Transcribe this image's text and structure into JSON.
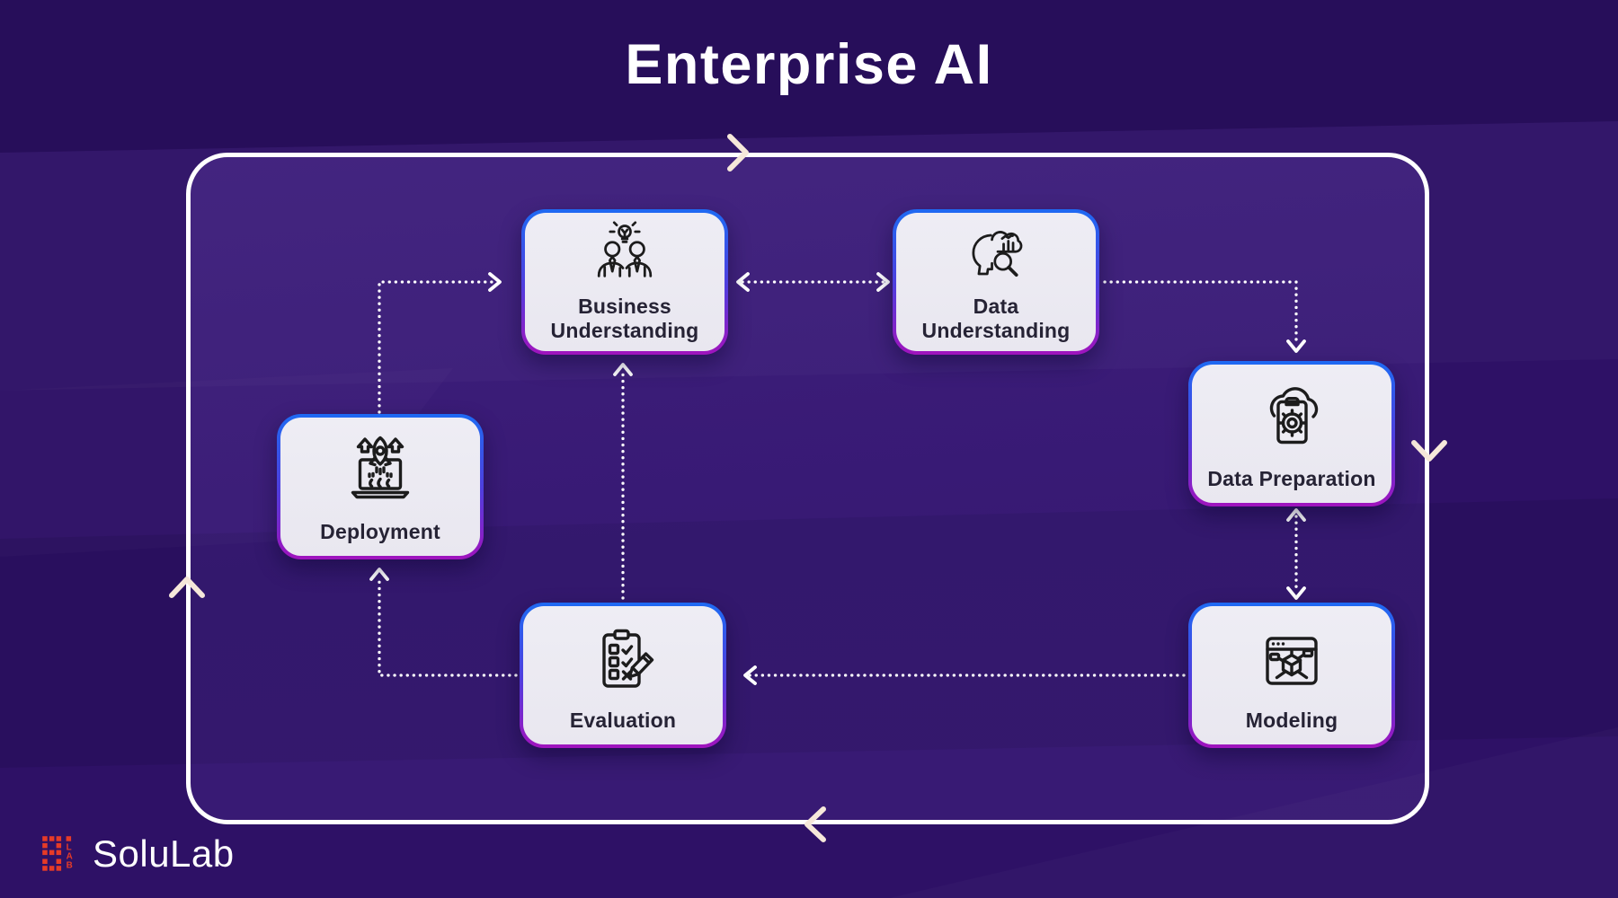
{
  "title": "Enterprise AI",
  "nodes": [
    {
      "id": "business-understanding",
      "label": "Business Understanding",
      "icon": "team-idea-icon"
    },
    {
      "id": "data-understanding",
      "label": "Data Understanding",
      "icon": "head-analysis-magnifier-icon"
    },
    {
      "id": "data-preparation",
      "label": "Data Preparation",
      "icon": "cloud-clipboard-gear-icon"
    },
    {
      "id": "modeling",
      "label": "Modeling",
      "icon": "window-cube-network-icon"
    },
    {
      "id": "evaluation",
      "label": "Evaluation",
      "icon": "checklist-pencil-icon"
    },
    {
      "id": "deployment",
      "label": "Deployment",
      "icon": "laptop-rocket-launch-icon"
    }
  ],
  "connections": [
    {
      "from": "deployment",
      "to": "business-understanding",
      "type": "one-way"
    },
    {
      "from": "business-understanding",
      "to": "data-understanding",
      "type": "two-way"
    },
    {
      "from": "data-understanding",
      "to": "data-preparation",
      "type": "one-way"
    },
    {
      "from": "data-preparation",
      "to": "modeling",
      "type": "two-way"
    },
    {
      "from": "modeling",
      "to": "evaluation",
      "type": "one-way"
    },
    {
      "from": "evaluation",
      "to": "business-understanding",
      "type": "one-way"
    },
    {
      "from": "evaluation",
      "to": "deployment",
      "type": "one-way"
    }
  ],
  "loop": {
    "direction": "clockwise"
  },
  "logo": {
    "name": "SoluLab",
    "lab_letters": [
      "L",
      "A",
      "B"
    ],
    "brand_color": "#e63b27",
    "text_color": "#ffffff"
  },
  "colors": {
    "background": "#2e1166",
    "panel_border": "#ffffff",
    "node_background": "#eeedf4",
    "node_border_top": "#1e6af3",
    "node_border_bottom": "#a013bd",
    "node_label": "#262335",
    "icon_stroke": "#1c1c1c",
    "connector_dots": "#ffffff",
    "loop_chevrons": "#f6e8da",
    "title_color": "#ffffff"
  }
}
